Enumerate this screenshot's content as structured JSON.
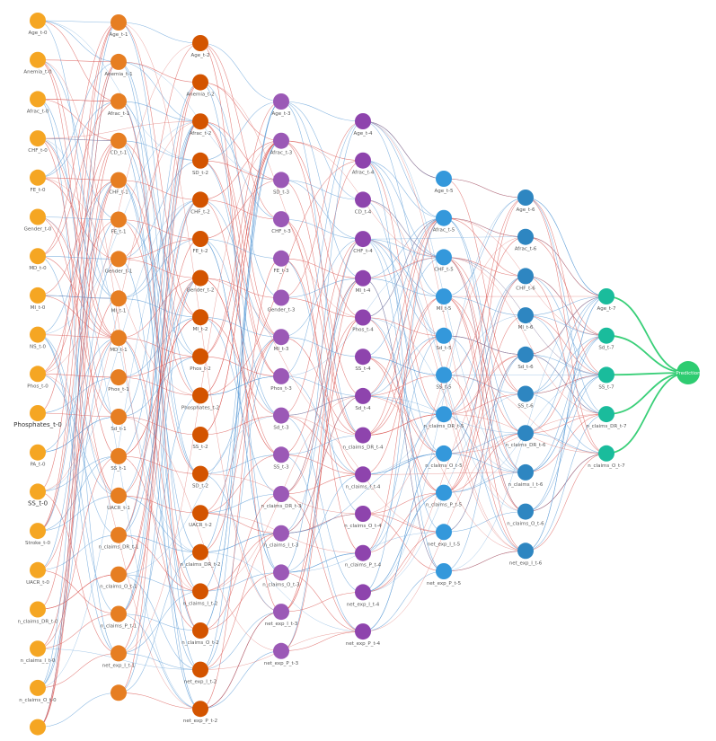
{
  "diagram": {
    "colors": {
      "edge_positive": "#5b9bd5",
      "edge_negative": "#d9534f",
      "edge_output": "#2ecc71",
      "prediction_node": "#2ecc71"
    },
    "layers": [
      {
        "color": "#f5a623",
        "nodes": [
          "Age_t-0",
          "Anemia_t-0",
          "Afrac_t-0",
          "CHF_t-0",
          "FE_t-0",
          "Gender_t-0",
          "MD_t-0",
          "MI_t-0",
          "NS_t-0",
          "Phos_t-0",
          "Phosphates_t-0",
          "PA_t-0",
          "SS_t-0",
          "Stroke_t-0",
          "UACR_t-0",
          "n_claims_DR_t-0",
          "n_claims_I_t-0",
          "n_claims_O_t-0",
          ""
        ]
      },
      {
        "color": "#e67e22",
        "nodes": [
          "Age_t-1",
          "Anemia_t-1",
          "Afrac_t-1",
          "CD_t-1",
          "CHF_t-1",
          "FE_t-1",
          "Gender_t-1",
          "MI_t-1",
          "MD_t-1",
          "Phos_t-1",
          "Sd_t-1",
          "SS_t-1",
          "UACR_t-1",
          "n_claims_DR_t-1",
          "n_claims_O_t-1",
          "n_claims_P_t-1",
          "net_exp_I_t-1",
          ""
        ]
      },
      {
        "color": "#d35400",
        "nodes": [
          "Age_t-2",
          "Anemia_t-2",
          "Afrac_t-2",
          "SD_t-2",
          "CHF_t-2",
          "FE_t-2",
          "Gender_t-2",
          "MI_t-2",
          "Phos_t-2",
          "Phosphates_t-2",
          "SS_t-2",
          "SD_t-2",
          "UACR_t-2",
          "n_claims_DR_t-2",
          "n_claims_I_t-2",
          "n_claims_O_t-2",
          "net_exp_I_t-2",
          "net_exp_P_t-2"
        ]
      },
      {
        "color": "#9b59b6",
        "nodes": [
          "Age_t-3",
          "Afrac_t-3",
          "SD_t-3",
          "CHF_t-3",
          "FE_t-3",
          "Gender_t-3",
          "MI_t-3",
          "Phos_t-3",
          "Sd_t-3",
          "SS_t-3",
          "n_claims_DR_t-3",
          "n_claims_I_t-3",
          "n_claims_O_t-3",
          "net_exp_I_t-3",
          "net_exp_P_t-3"
        ]
      },
      {
        "color": "#8e44ad",
        "nodes": [
          "Age_t-4",
          "Afrac_t-4",
          "CD_t-4",
          "CHF_t-4",
          "MI_t-4",
          "Phos_t-4",
          "SS_t-4",
          "Sd_t-4",
          "n_claims_DR_t-4",
          "n_claims_I_t-4",
          "n_claims_O_t-4",
          "n_claims_P_t-4",
          "net_exp_I_t-4",
          "net_exp_P_t-4"
        ]
      },
      {
        "color": "#3498db",
        "nodes": [
          "Age_t-5",
          "Afrac_t-5",
          "CHF_t-5",
          "MI_t-5",
          "Sd_t-5",
          "SS_t-5",
          "n_claims_DR_t-5",
          "n_claims_O_t-5",
          "n_claims_P_t-5",
          "net_exp_I_t-5",
          "net_exp_P_t-5"
        ]
      },
      {
        "color": "#2e86c1",
        "nodes": [
          "Age_t-6",
          "Afrac_t-6",
          "CHF_t-6",
          "MI_t-6",
          "Sd_t-6",
          "SS_t-6",
          "n_claims_DR_t-6",
          "n_claims_I_t-6",
          "n_claims_O_t-6",
          "net_exp_I_t-6"
        ]
      },
      {
        "color": "#1abc9c",
        "nodes": [
          "Age_t-7",
          "Sd_t-7",
          "SS_t-7",
          "n_claims_DR_t-7",
          "n_claims_O_t-7"
        ]
      }
    ],
    "output": {
      "label": "Prediction"
    }
  }
}
